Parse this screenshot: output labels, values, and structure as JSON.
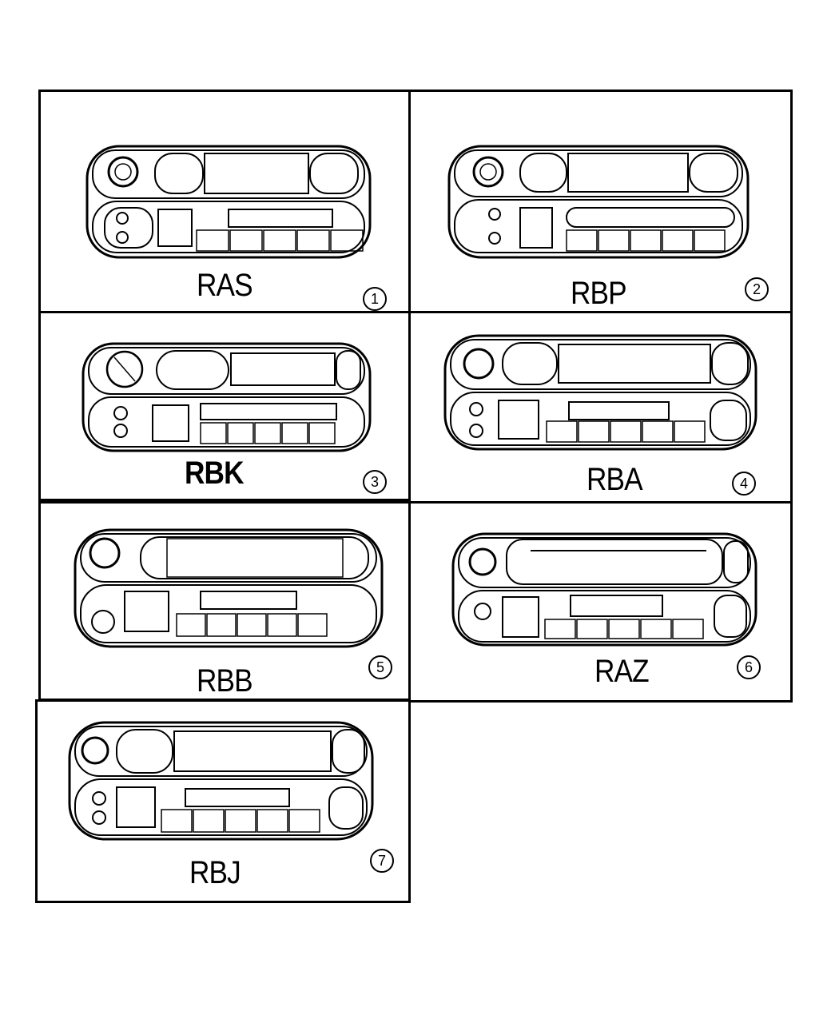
{
  "figures": [
    {
      "model": "RAS",
      "callout": "1"
    },
    {
      "model": "RBP",
      "callout": "2"
    },
    {
      "model": "RBK",
      "callout": "3"
    },
    {
      "model": "RBA",
      "callout": "4"
    },
    {
      "model": "RBB",
      "callout": "5"
    },
    {
      "model": "RAZ",
      "callout": "6"
    },
    {
      "model": "RBJ",
      "callout": "7"
    }
  ]
}
